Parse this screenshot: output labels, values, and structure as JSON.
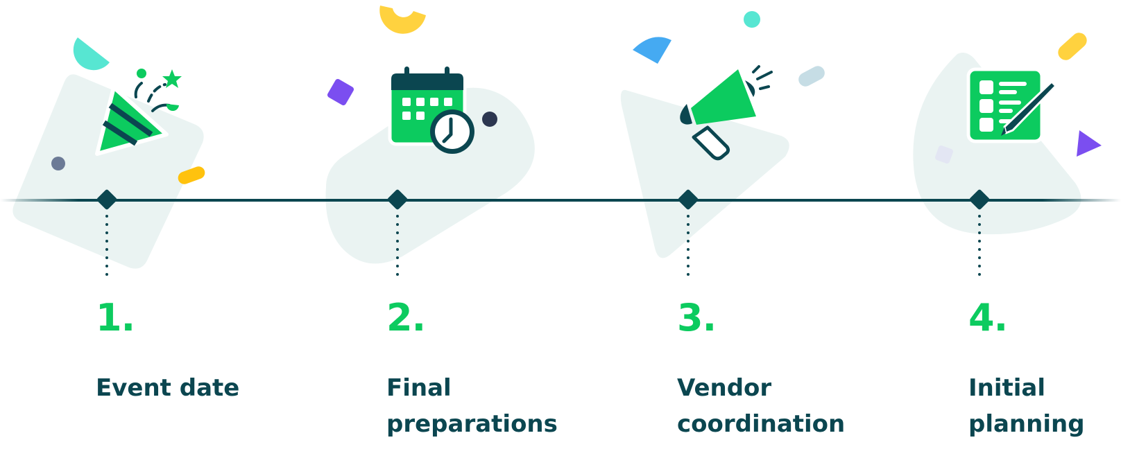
{
  "steps": [
    {
      "number": "1.",
      "label": "Event date",
      "icon": "party-popper-icon"
    },
    {
      "number": "2.",
      "label": "Final\npreparations",
      "icon": "calendar-clock-icon"
    },
    {
      "number": "3.",
      "label": "Vendor\ncoordination",
      "icon": "megaphone-icon"
    },
    {
      "number": "4.",
      "label": "Initial\nplanning",
      "icon": "checklist-pen-icon"
    }
  ],
  "colors": {
    "accent_green": "#0ccb5f",
    "dark_teal": "#0b4650",
    "blob_gray": "#eaf3f2",
    "confetti_teal": "#57e6d2",
    "confetti_yellow": "#ffd23f",
    "confetti_purple": "#7b4ef0",
    "confetti_blue": "#45aaf2"
  }
}
